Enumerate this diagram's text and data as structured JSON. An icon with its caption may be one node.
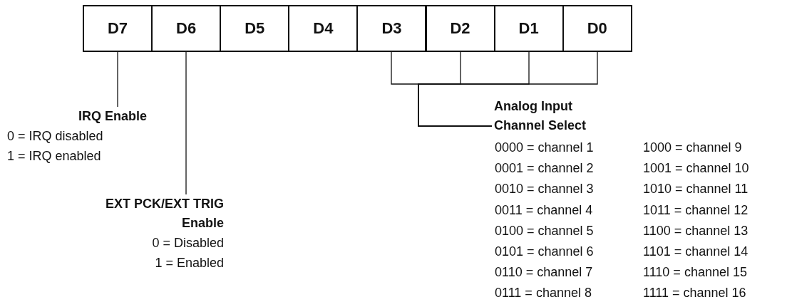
{
  "diagram": {
    "nodes": [
      {
        "text": [
          "D7"
        ]
      },
      {
        "text": [
          "D6"
        ]
      },
      {
        "text": [
          "D5"
        ]
      },
      {
        "text": [
          "D4"
        ]
      },
      {
        "text": [
          "D3"
        ]
      },
      {
        "text": [
          "D2"
        ]
      },
      {
        "text": [
          "D1"
        ]
      },
      {
        "text": [
          "D0"
        ]
      },
      {
        "text": [
          "IRQ Enable",
          "0 = IRQ disabled",
          "1 = IRQ enabled"
        ]
      },
      {
        "text": [
          "EXT PCK/EXT TRIG Enable",
          "0 = Disabled",
          "1 = Enabled"
        ]
      },
      {
        "text": [
          "Analog Input Channel Select"
        ]
      }
    ],
    "edges": [
      {
        "from": 0,
        "to": 8,
        "arrow": "none"
      },
      {
        "from": 1,
        "to": 9,
        "arrow": "none"
      },
      {
        "from": 4,
        "to": 10,
        "arrow": "none"
      },
      {
        "from": 5,
        "to": 10,
        "arrow": "none"
      },
      {
        "from": 6,
        "to": 10,
        "arrow": "none"
      },
      {
        "from": 7,
        "to": 10,
        "arrow": "none"
      }
    ],
    "labels": [
      "0000 = channel 1",
      "1000 = channel 9",
      "0001 = channel 2",
      "1001 = channel 10",
      "0010 = channel 3",
      "1010 = channel 11",
      "0011 = channel 4",
      "1011 = channel 12",
      "0100 = channel 5",
      "1100 = channel 13",
      "0101 = channel 6",
      "1101 = channel 14",
      "0110 = channel 7",
      "1110 = channel 15",
      "0111 = channel 8",
      "1111 = channel 16"
    ]
  }
}
